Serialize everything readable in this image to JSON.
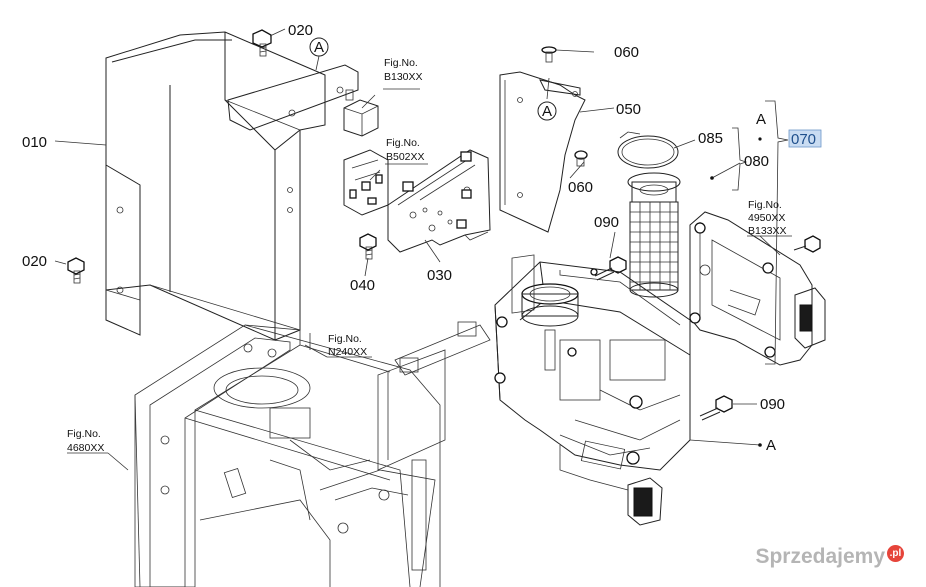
{
  "parts": {
    "p010": "010",
    "p020a": "020",
    "p020b": "020",
    "p030": "030",
    "p040": "040",
    "p050": "050",
    "p060a": "060",
    "p060b": "060",
    "p070": "070",
    "p080": "080",
    "p085": "085",
    "p090a": "090",
    "p090b": "090"
  },
  "callouts": {
    "a1": "A",
    "a2": "A",
    "a3": "A",
    "a4": "A"
  },
  "fig_refs": {
    "b130_title": "Fig.No.",
    "b130_code": "B130XX",
    "b502_title": "Fig.No.",
    "b502_code": "B502XX",
    "n240_title": "Fig.No.",
    "n240_code": "N240XX",
    "f4680_title": "Fig.No.",
    "f4680_code": "4680XX",
    "f4950_title": "Fig.No.",
    "f4950_code1": "4950XX",
    "f4950_code2": "B133XX"
  },
  "watermark": {
    "text": "Sprzedajemy",
    "suffix": ".pl"
  },
  "colors": {
    "highlight": "#c9dcf2",
    "line": "#222222"
  }
}
